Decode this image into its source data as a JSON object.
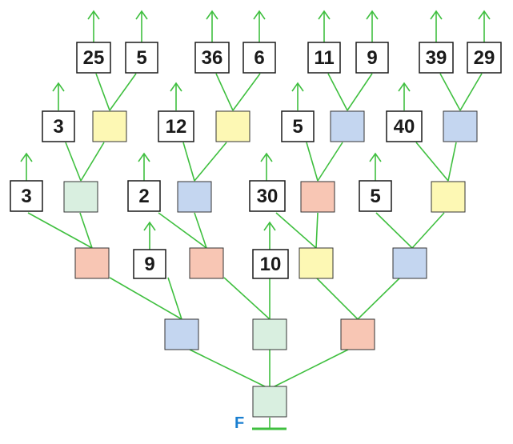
{
  "colors": {
    "pink": "#f8c6b4",
    "blue": "#c4d6f0",
    "green": "#d9efe0",
    "yellow": "#fdf8b4",
    "branch": "#3fbf3f",
    "root_label": "#1a7fd0"
  },
  "root": {
    "label": "F",
    "color": "green"
  },
  "nodes": {
    "L1": [
      "blue",
      "green",
      "pink"
    ],
    "L2": [
      "pink",
      "pink",
      "yellow",
      "blue"
    ],
    "L3": [
      "green",
      "blue",
      "pink",
      "yellow"
    ],
    "L4": [
      "yellow",
      "yellow",
      "blue",
      "blue"
    ]
  },
  "numbers": {
    "n_9": "9",
    "n_10": "10",
    "n_3a": "3",
    "n_2": "2",
    "n_30": "30",
    "n_5b": "5",
    "n_3b": "3",
    "n_12": "12",
    "n_5a": "5",
    "n_40": "40",
    "n_25": "25",
    "n_5top": "5",
    "n_36": "36",
    "n_6": "6",
    "n_11": "11",
    "n_9top": "9",
    "n_39": "39",
    "n_29": "29"
  }
}
